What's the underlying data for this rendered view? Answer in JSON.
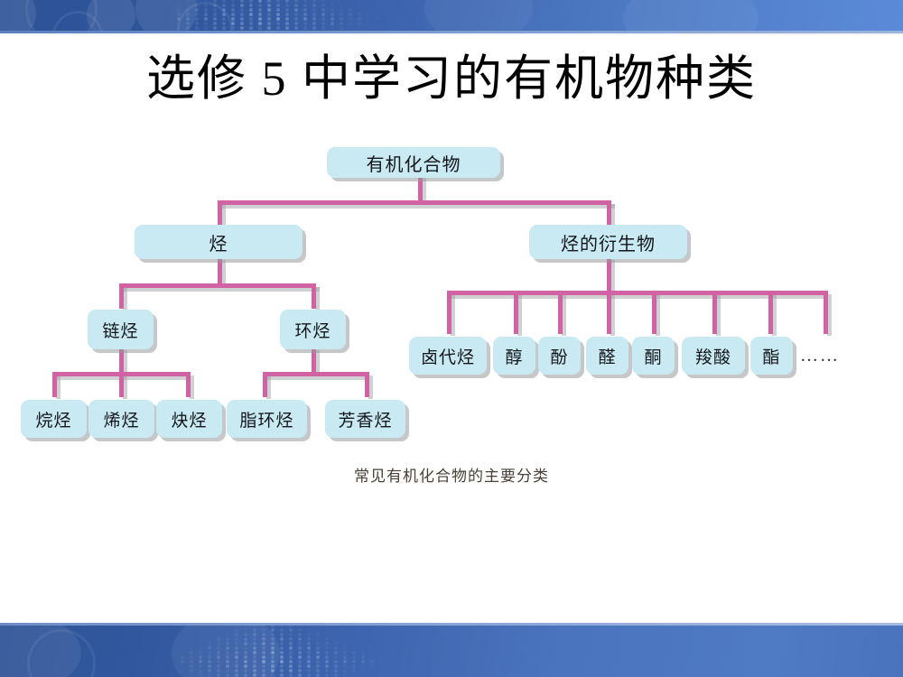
{
  "slide": {
    "title": "选修 5 中学习的有机物种类",
    "caption": "常见有机化合物的主要分类",
    "ellipsis": "……"
  },
  "colors": {
    "node_fill": "#c9eaf2",
    "connector": "#d163a5",
    "band_dark": "#2d5296",
    "band_light": "#5b8ad8",
    "title_text": "#000000",
    "caption_text": "#4a3f35"
  },
  "diagram": {
    "root": {
      "label": "有机化合物"
    },
    "level2": [
      {
        "label": "烃"
      },
      {
        "label": "烃的衍生物"
      }
    ],
    "level3_hydrocarbon": [
      {
        "label": "链烃"
      },
      {
        "label": "环烃"
      }
    ],
    "level4_chain": [
      {
        "label": "烷烃"
      },
      {
        "label": "烯烃"
      },
      {
        "label": "炔烃"
      }
    ],
    "level4_ring": [
      {
        "label": "脂环烃"
      },
      {
        "label": "芳香烃"
      }
    ],
    "derivatives": [
      {
        "label": "卤代烃"
      },
      {
        "label": "醇"
      },
      {
        "label": "酚"
      },
      {
        "label": "醛"
      },
      {
        "label": "酮"
      },
      {
        "label": "羧酸"
      },
      {
        "label": "酯"
      }
    ]
  }
}
